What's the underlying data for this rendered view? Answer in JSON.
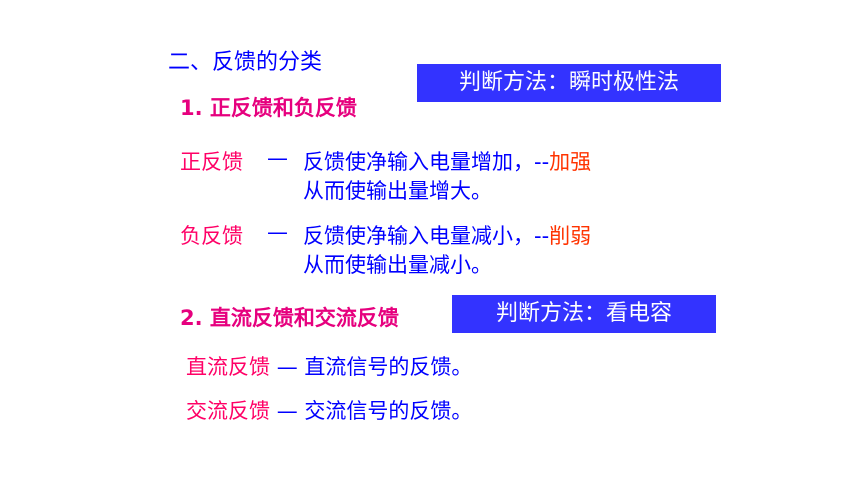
{
  "section_title": "二、反馈的分类",
  "part1": {
    "heading": "1. 正反馈和负反馈",
    "method_box": "判断方法：瞬时极性法",
    "positive": {
      "term": "正反馈",
      "dash": "—",
      "desc": "反馈使净输入电量增加，--",
      "keyword": "加强",
      "desc2": "从而使输出量增大。"
    },
    "negative": {
      "term": "负反馈",
      "dash": "—",
      "desc": "反馈使净输入电量减小，--",
      "keyword": "削弱",
      "desc2": "从而使输出量减小。"
    }
  },
  "part2": {
    "heading": "2. 直流反馈和交流反馈",
    "method_box": "判断方法：看电容",
    "dc": {
      "term": "直流反馈",
      "dash": "—",
      "desc": "直流信号的反馈。"
    },
    "ac": {
      "term": "交流反馈",
      "dash": "—",
      "desc": "交流信号的反馈。"
    }
  }
}
